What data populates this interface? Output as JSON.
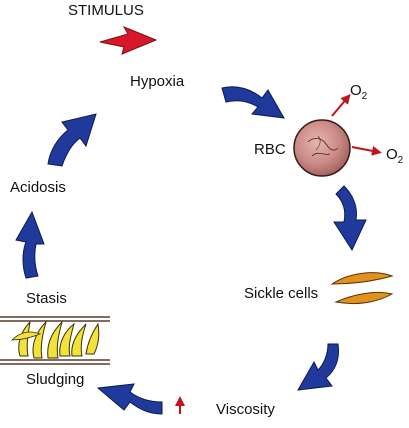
{
  "diagram": {
    "stimulus": "STIMULUS",
    "steps": {
      "hypoxia": "Hypoxia",
      "rbc": "RBC",
      "sickle_cells": "Sickle cells",
      "viscosity": "Viscosity",
      "sludging": "Sludging",
      "stasis": "Stasis",
      "acidosis": "Acidosis"
    },
    "oxygen": {
      "symbol": "O",
      "subscript": "2"
    },
    "colors": {
      "cycle_arrow": "#1f3a9a",
      "stimulus_arrow": "#d8182a",
      "o2_arrow": "#c0141e",
      "rbc_fill": "#c98a86",
      "sickle_fill": "#e0921c",
      "sludge_fill": "#f2e23a"
    },
    "icons": [
      "cycle-arrow-icon",
      "stimulus-arrow-icon",
      "red-blood-cell-icon",
      "sickle-cell-icon",
      "vessel-sludge-icon",
      "increase-arrow-icon"
    ]
  }
}
